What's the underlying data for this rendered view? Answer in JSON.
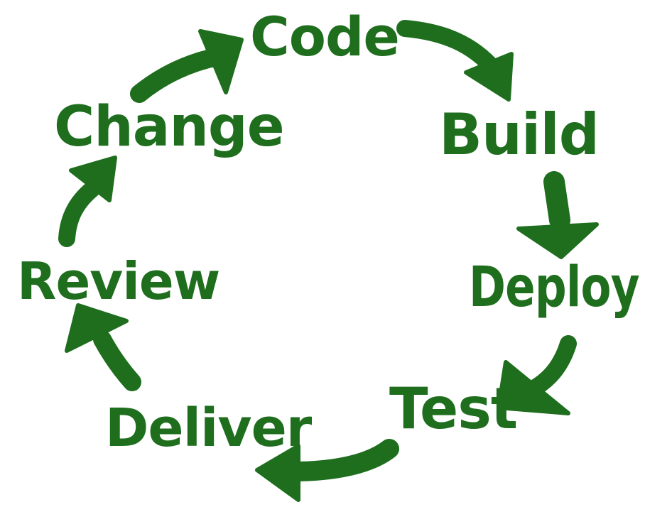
{
  "theme": {
    "stroke_color": "#1e6e1e",
    "background": "#ffffff"
  },
  "cycle": {
    "steps": [
      {
        "id": "code",
        "label": "Code"
      },
      {
        "id": "build",
        "label": "Build"
      },
      {
        "id": "deploy",
        "label": "Deploy"
      },
      {
        "id": "test",
        "label": "Test"
      },
      {
        "id": "deliver",
        "label": "Deliver"
      },
      {
        "id": "review",
        "label": "Review"
      },
      {
        "id": "change",
        "label": "Change"
      }
    ],
    "arrows": [
      {
        "from": "code",
        "to": "build",
        "icon": "curved-arrow-icon"
      },
      {
        "from": "build",
        "to": "deploy",
        "icon": "down-arrow-icon"
      },
      {
        "from": "deploy",
        "to": "test",
        "icon": "curved-arrow-icon"
      },
      {
        "from": "test",
        "to": "deliver",
        "icon": "left-arrow-icon"
      },
      {
        "from": "deliver",
        "to": "review",
        "icon": "curved-arrow-icon"
      },
      {
        "from": "review",
        "to": "change",
        "icon": "up-arrow-icon"
      },
      {
        "from": "change",
        "to": "code",
        "icon": "curved-arrow-icon"
      }
    ]
  }
}
